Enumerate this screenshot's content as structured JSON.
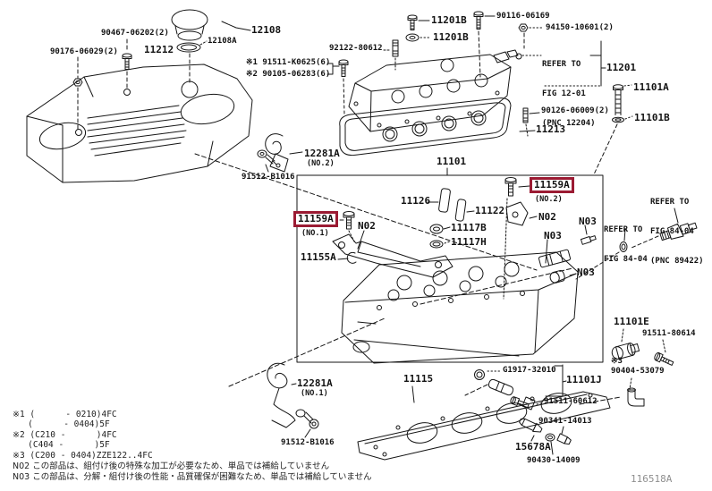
{
  "page": {
    "background": "#ffffff",
    "line_color": "#161616",
    "highlight_border_color": "#9b1b33",
    "diagram_code": "116518A"
  },
  "parts": {
    "cap_bolt": "90467-06202(2)",
    "filler_cap": "12108",
    "cap_gasket": "12108A",
    "cover_nut": "90176-06029(2)",
    "engine_cover": "11212",
    "stud_bolt": "92122-80612",
    "note1_bolt": "※1 91511-K0625(6)",
    "note2_bolt": "※2 90105-06283(6)",
    "seal_bolt_1": "11201B",
    "seal_bolt_2": "11201B",
    "bolt_90116": "90116-06169",
    "nut_94150": "94150-10601(2)",
    "refer_fig12": {
      "line1": "REFER TO",
      "line2": "FIG 12-01",
      "line3": "(PNC 12204)"
    },
    "valve_cover": "11201",
    "head_bolt": "11101A",
    "head_bolt_washer": "11101B",
    "stud_90126": "90126-06009(2)",
    "cover_gasket": "11213",
    "hanger_no2": {
      "number": "12281A",
      "sub": "(NO.2)"
    },
    "hanger_bolt_upper": "91512-B1016",
    "cylinder_head": "11101",
    "valve_guide_in": "11126",
    "valve_guide_ex": "11122",
    "washer_11117b": "11117B",
    "gasket_11117h": "11117H",
    "highlight_no1": {
      "number": "11159A",
      "sub": "(NO.1)"
    },
    "n02_left": "N02",
    "clip_11155a": "11155A",
    "highlight_no2": {
      "number": "11159A",
      "sub": "(NO.2)"
    },
    "n02_right": "N02",
    "n03_a": "N03",
    "n03_b": "N03",
    "n03_c": "N03",
    "refer_fig84_inner": {
      "line1": "REFER TO",
      "line2": "FIG 84-04"
    },
    "refer_fig84_outer": {
      "line1": "REFER TO",
      "line2": "FIG 84-04",
      "line3": "(PNC 89422)"
    },
    "ocv_11101e": "11101E",
    "bolt_91511_80614": "91511-80614",
    "note3_mark": "※3",
    "valve_90404": "90404-53079",
    "pin_g1917": "G1917-32010",
    "head_subassy": "11101J",
    "bolt_91511_60612": "91511-60612",
    "plug_90341": "90341-14013",
    "nozzle_15678a": "15678A",
    "gasket_90430": "90430-14009",
    "head_gasket": "11115",
    "hanger_no1": {
      "number": "12281A",
      "sub": "(NO.1)"
    },
    "hanger_bolt_lower": "91512-B1016"
  },
  "footnotes": {
    "line1": "※1 (      - 0210)4FC",
    "line2": "   (      - 0404)5F",
    "line3": "※2 (C210 -      )4FC",
    "line4": "   (C404 -      )5F",
    "line5": "※3 (C200 - 0404)ZZE122..4FC",
    "line6": "N02 この部品は、組付け後の特殊な加工が必要なため、単品では補給していません",
    "line7": "N03 この部品は、分解・組付け後の性能・品質確保が困難なため、単品では補給していません"
  }
}
